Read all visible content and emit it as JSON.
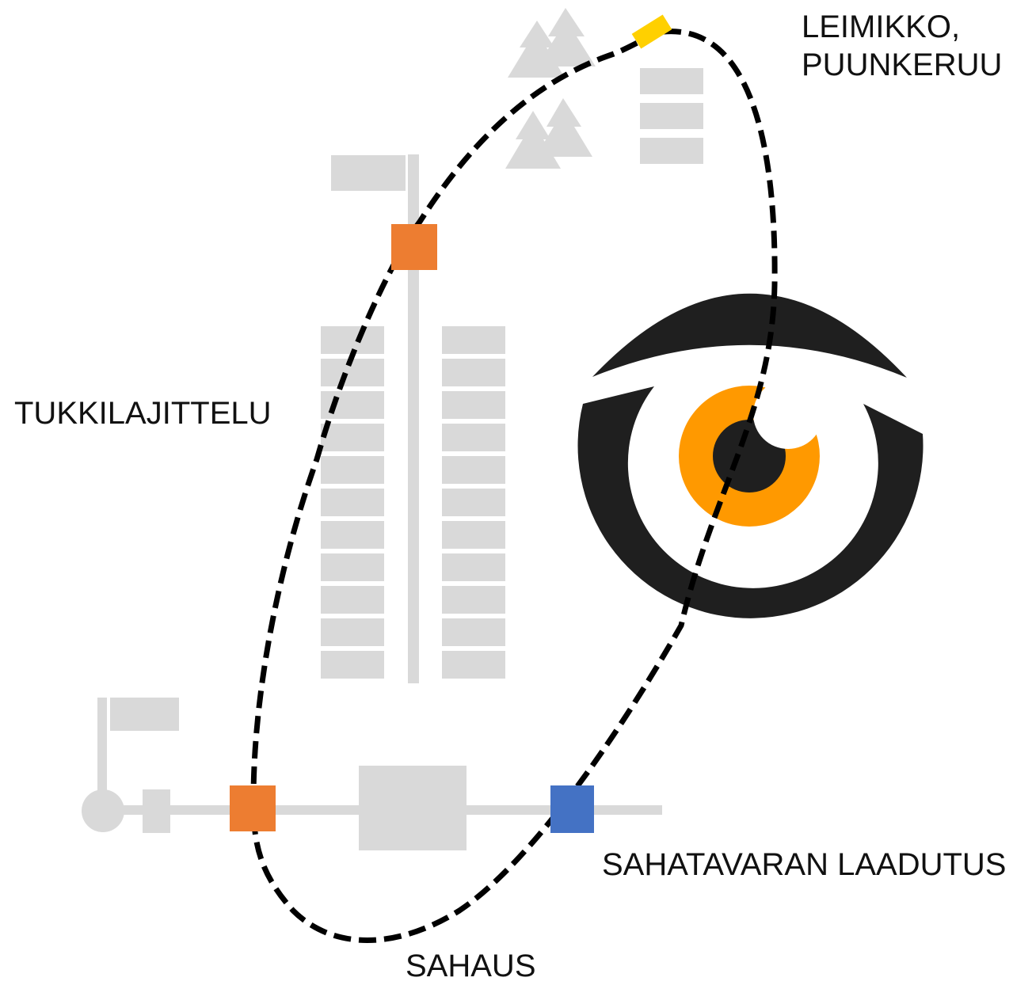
{
  "labels": {
    "leimikko_line1": "LEIMIKKO,",
    "leimikko_line2": "PUUNKERUU",
    "tukkilajittelu": "TUKKILAJITTELU",
    "sahatavaran_laadutus": "SAHATAVARAN LAADUTUS",
    "sahaus": "SAHAUS"
  },
  "colors": {
    "gray": "#d9d9d9",
    "orange_node": "#ed7d31",
    "blue_node": "#4472c4",
    "yellow_node": "#ffd000",
    "eye_dark": "#1f1f1f",
    "eye_iris": "#ff9900",
    "dash": "#000000"
  },
  "icons": {
    "eye": "eye-icon",
    "trees": "tree-icon"
  }
}
